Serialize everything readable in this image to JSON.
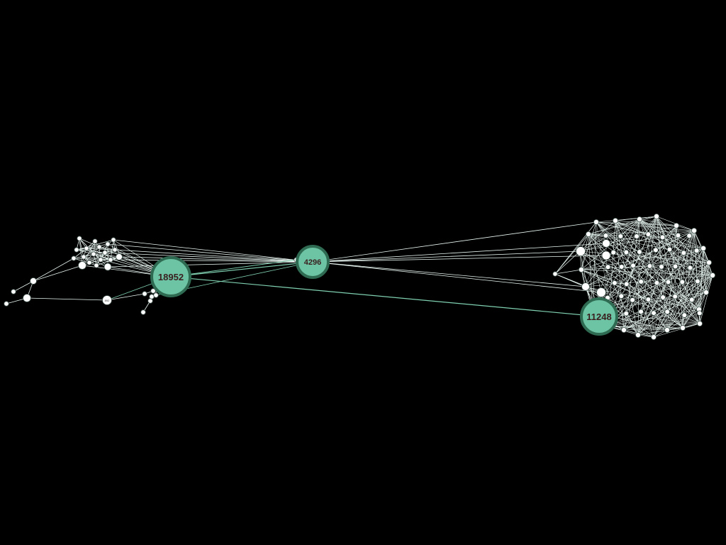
{
  "colors": {
    "background": "#000000",
    "hub_fill": "#6cc4a4",
    "hub_stroke": "#2f6b52",
    "small_fill": "#ffffff",
    "small_stroke": "#3d4f48",
    "edge_light": "#e8f6f1",
    "edge_accent": "#7fd0b0"
  },
  "hubs": [
    {
      "id": "hub-18952",
      "label": "18952"
    },
    {
      "id": "hub-4296",
      "label": "4296"
    },
    {
      "id": "hub-11248",
      "label": "11248"
    }
  ],
  "clusters": {
    "left": {
      "visible_labels": [
        "892"
      ]
    },
    "right": {
      "node_count_visible": 80
    }
  }
}
